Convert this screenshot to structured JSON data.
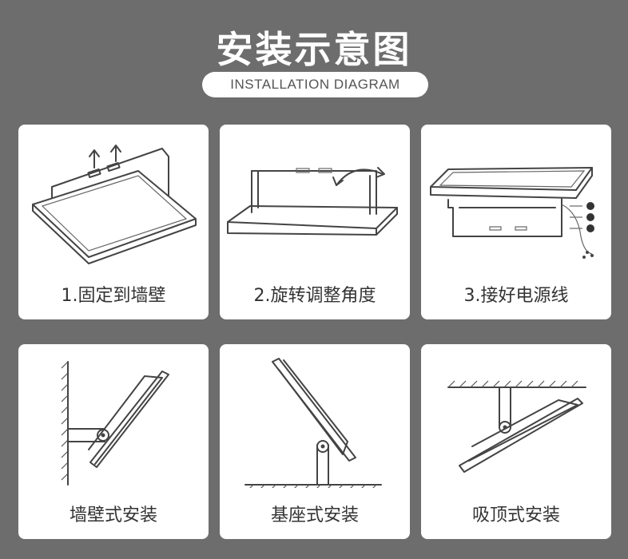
{
  "title": "安装示意图",
  "subtitle": "INSTALLATION DIAGRAM",
  "steps": [
    {
      "label": "1.固定到墙壁"
    },
    {
      "label": "2.旋转调整角度"
    },
    {
      "label": "3.接好电源线"
    },
    {
      "label": "墙壁式安装"
    },
    {
      "label": "基座式安装"
    },
    {
      "label": "吸顶式安装"
    }
  ]
}
